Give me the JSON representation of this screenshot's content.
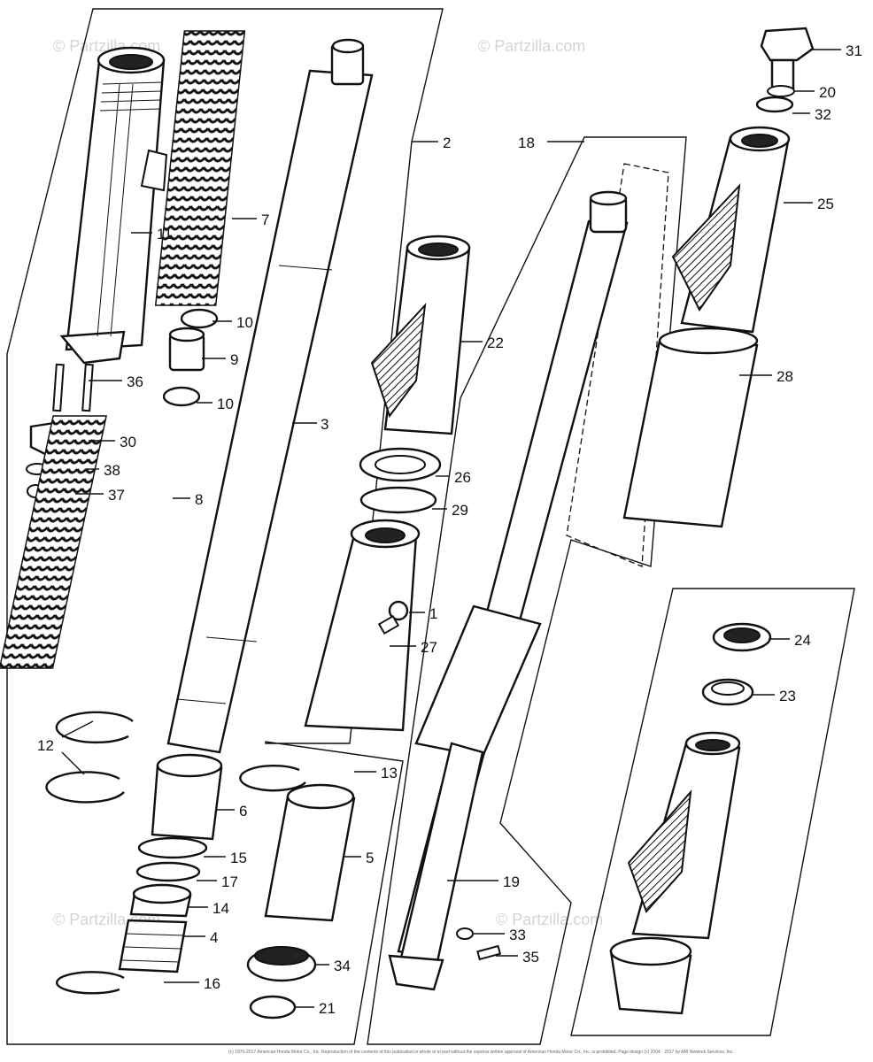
{
  "diagram": {
    "watermark": "© Partzilla.com",
    "copyright": "(c) 1970-2017 American Honda Motor Co., Inc. Reproduction of the contents of this publication in whole or in part without the express written approval of American Honda Motor Co., Inc. is prohibited. Page design (c) 2004 - 2017 by ARI Network Services, Inc.",
    "callouts": [
      "31",
      "20",
      "32",
      "25",
      "28",
      "2",
      "18",
      "11",
      "7",
      "10",
      "9",
      "10",
      "36",
      "3",
      "22",
      "30",
      "38",
      "37",
      "8",
      "26",
      "29",
      "1",
      "27",
      "24",
      "23",
      "12",
      "6",
      "13",
      "5",
      "15",
      "17",
      "14",
      "4",
      "16",
      "34",
      "21",
      "19",
      "33",
      "35"
    ]
  }
}
